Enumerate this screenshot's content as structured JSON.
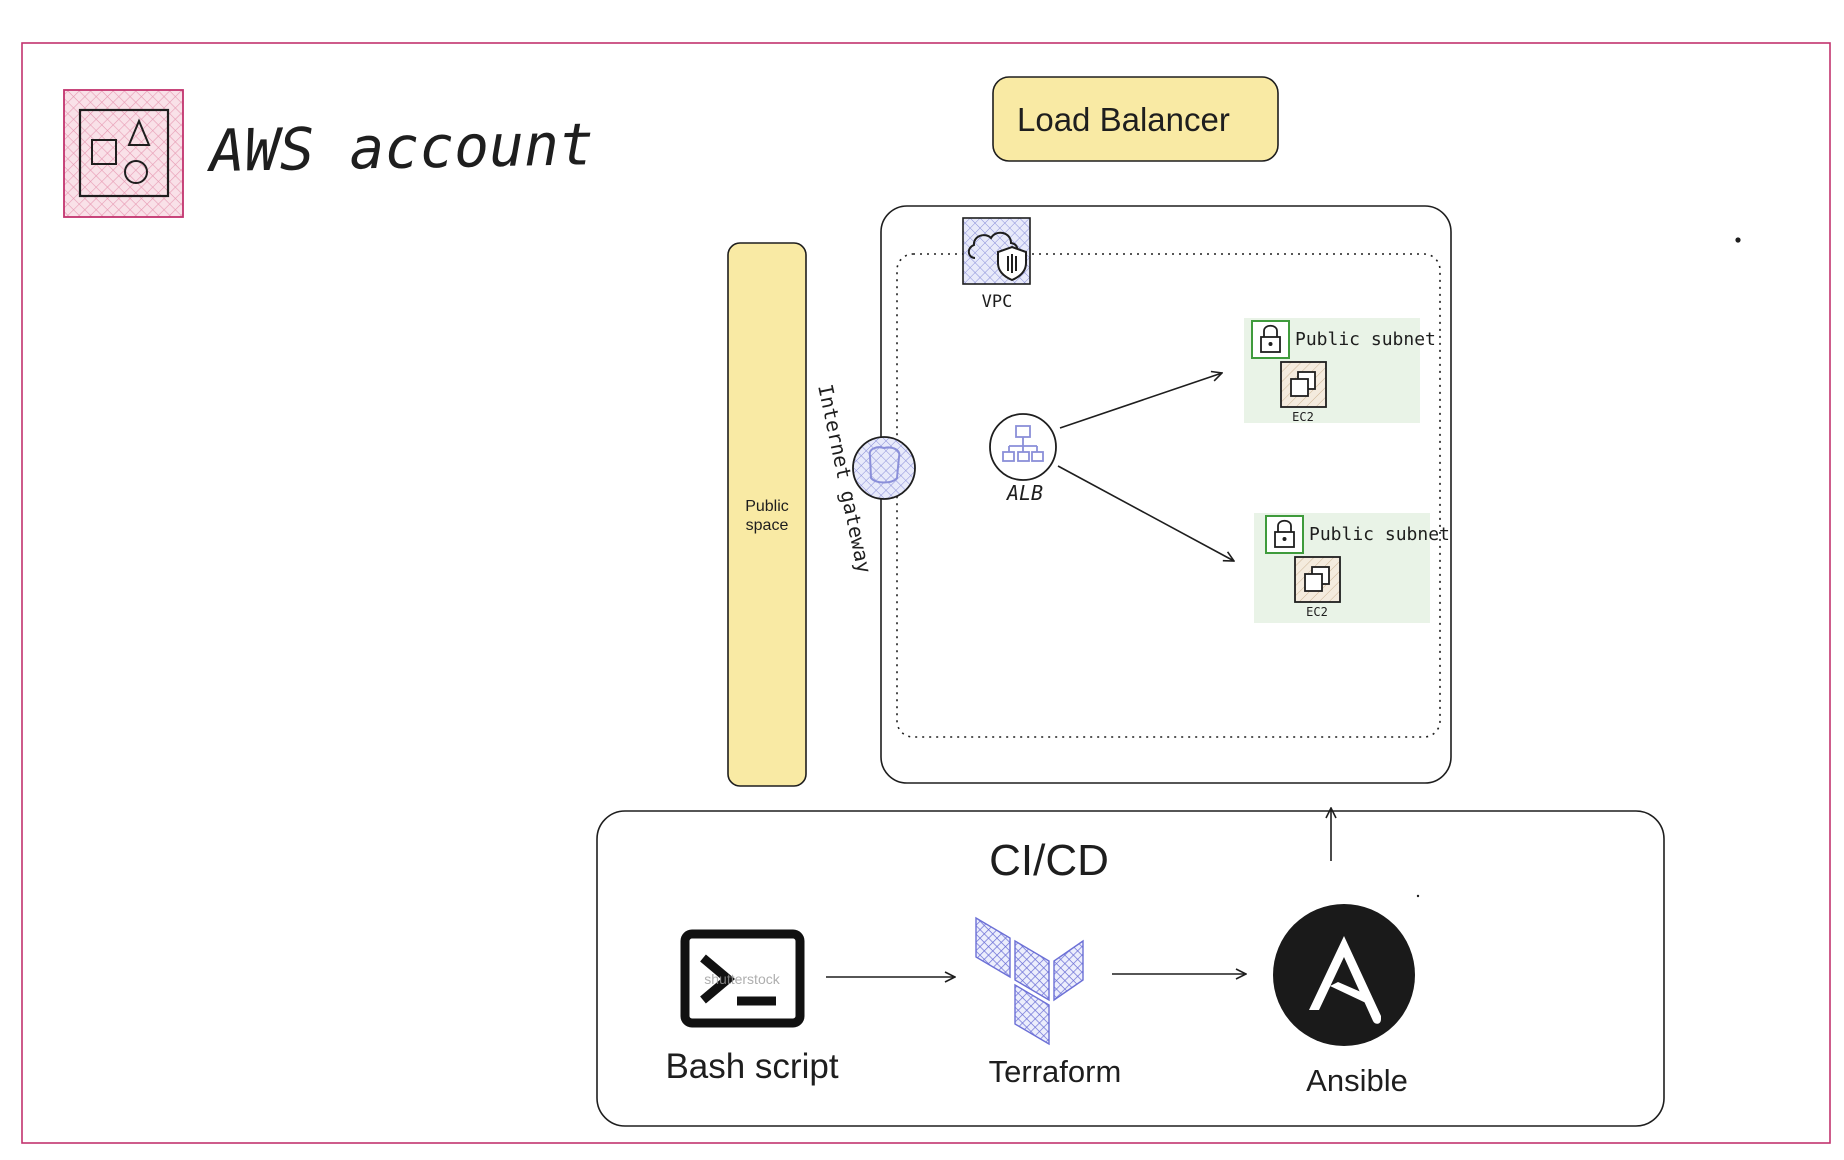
{
  "account": {
    "title": "AWS account"
  },
  "load_balancer": {
    "label": "Load Balancer"
  },
  "public_space": {
    "line1": "Public",
    "line2": "space"
  },
  "internet_gateway": {
    "label": "Internet gateway"
  },
  "vpc": {
    "label": "VPC"
  },
  "alb": {
    "label": "ALB"
  },
  "subnets": [
    {
      "label": "Public subnet",
      "instance_label": "EC2"
    },
    {
      "label": "Public subnet",
      "instance_label": "EC2"
    }
  ],
  "cicd": {
    "title": "CI/CD",
    "tools": [
      {
        "label": "Bash script",
        "watermark": "shutterstock"
      },
      {
        "label": "Terraform"
      },
      {
        "label": "Ansible"
      }
    ]
  },
  "colors": {
    "account_border": "#c2336e",
    "account_icon_fill": "#f6d0dc",
    "note_yellow": "#f9eaa4",
    "subnet_bg": "#e9f3e7",
    "subnet_lock": "#3f9b3c",
    "ec2_fill": "#efe0cf",
    "vpc_fill": "#d9dcf4",
    "terraform": "#7b7fdc",
    "ansible": "#1a1a1a"
  }
}
